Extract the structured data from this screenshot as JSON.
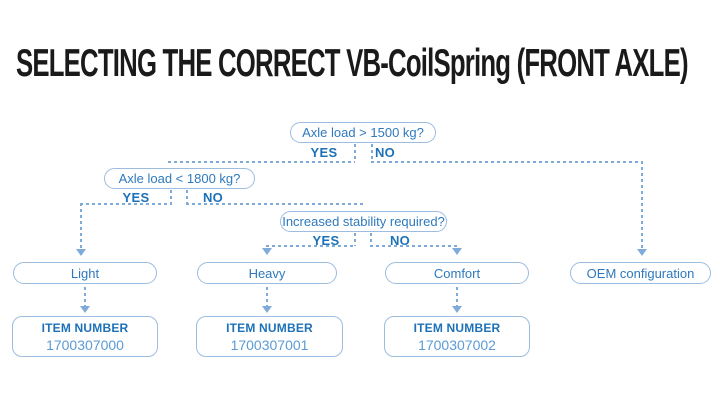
{
  "page": {
    "title": "SELECTING THE CORRECT VB-CoilSpring (FRONT AXLE)"
  },
  "flow": {
    "decisions": [
      {
        "question": "Axle load > 1500 kg?",
        "yes_label": "YES",
        "no_label": "NO"
      },
      {
        "question": "Axle load < 1800 kg?",
        "yes_label": "YES",
        "no_label": "NO"
      },
      {
        "question": "Increased stability required?",
        "yes_label": "YES",
        "no_label": "NO"
      }
    ],
    "outcomes": [
      {
        "label": "Light"
      },
      {
        "label": "Heavy"
      },
      {
        "label": "Comfort"
      },
      {
        "label": "OEM configuration"
      }
    ],
    "items": [
      {
        "heading": "ITEM NUMBER",
        "number": "1700307000"
      },
      {
        "heading": "ITEM NUMBER",
        "number": "1700307001"
      },
      {
        "heading": "ITEM NUMBER",
        "number": "1700307002"
      }
    ]
  },
  "colors": {
    "brand_text_blue": "#1d71b8",
    "question_blue": "#2e79bd",
    "number_blue": "#5b9bd5",
    "border_blue": "#9cbce0",
    "dash_blue": "#7fabda",
    "title_black": "#1a1a1a"
  }
}
